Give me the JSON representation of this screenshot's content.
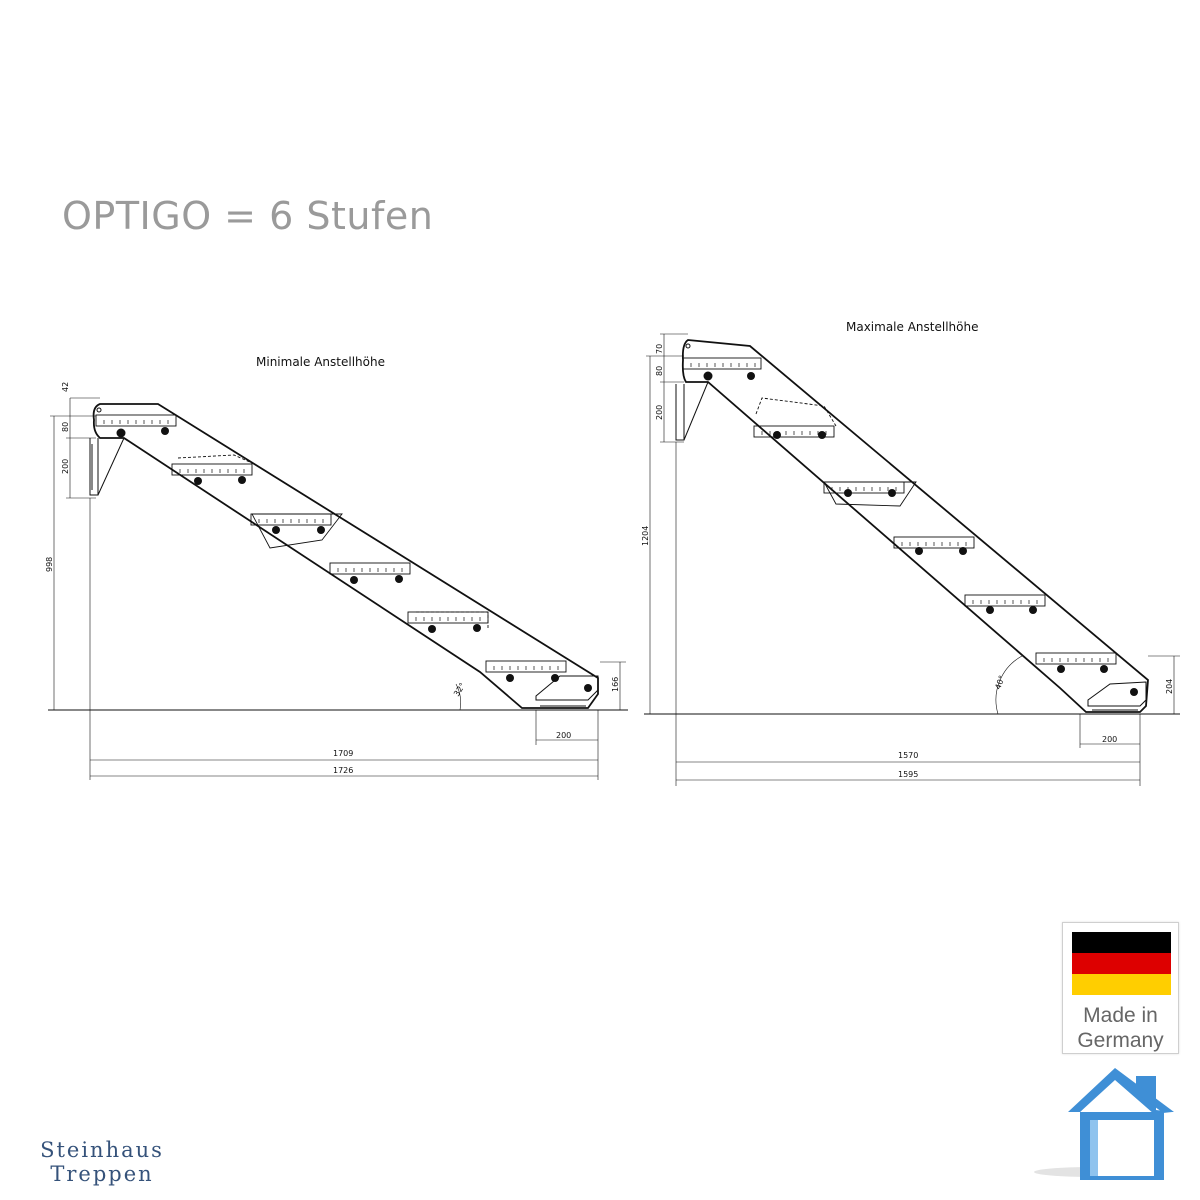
{
  "page": {
    "title": "OPTIGO = 6 Stufen"
  },
  "drawings": [
    {
      "id": "min",
      "title": "Minimale Anstellhöhe",
      "angle": "32°",
      "heights": {
        "top_offset": "42",
        "top_step": "80",
        "post": "200",
        "total": "998",
        "bottom": "166"
      },
      "widths": {
        "foot": "200",
        "inner": "1709",
        "outer": "1726"
      }
    },
    {
      "id": "max",
      "title": "Maximale Anstellhöhe",
      "angle": "40°",
      "heights": {
        "top_offset": "70",
        "top_step": "80",
        "post": "200",
        "total": "1204",
        "bottom": "204"
      },
      "widths": {
        "foot": "200",
        "inner": "1570",
        "outer": "1595"
      }
    }
  ],
  "badge": {
    "flag_colors": [
      "#000000",
      "#dd0000",
      "#ffce00"
    ],
    "text_line1": "Made in",
    "text_line2": "Germany"
  },
  "brand": {
    "line1": "Steinhaus",
    "line2": "Treppen",
    "color": "#35527a"
  },
  "logo": {
    "icon": "house-icon",
    "color": "#3f8fd6"
  }
}
